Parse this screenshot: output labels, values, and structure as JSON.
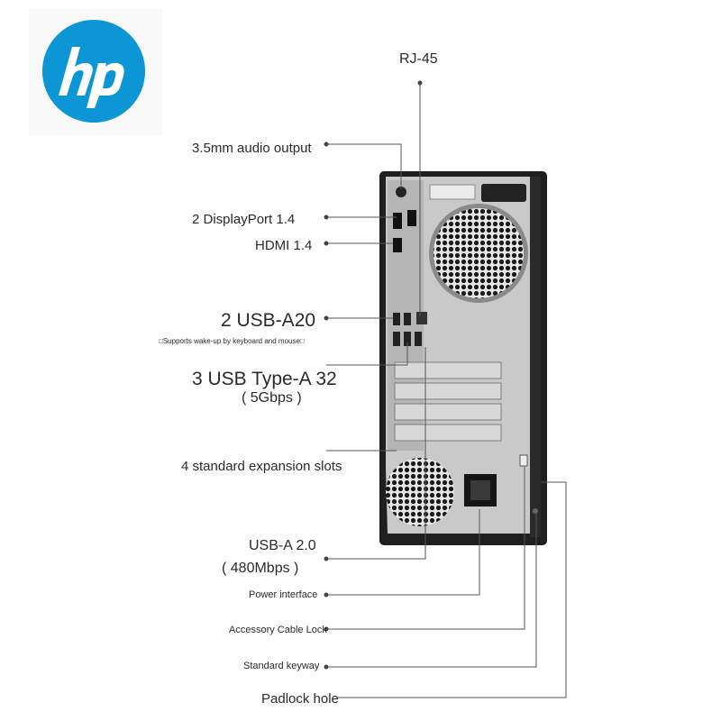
{
  "brand": {
    "logo_text": "hp",
    "logo_color": "#0c96d6"
  },
  "callouts": {
    "rj45": "RJ-45",
    "audio": "3.5mm audio output",
    "displayport": "2 DisplayPort 1.4",
    "hdmi": "HDMI 1.4",
    "usb_a20": "2 USB-A20",
    "usb_a20_note": "□Supports wake-up by keyboard and mouse□",
    "usb_typea": "3 USB Type-A 32",
    "usb_typea_speed": "( 5Gbps )",
    "expansion": "4 standard expansion slots",
    "usb_a2": "USB-A 2.0",
    "usb_a2_speed": "( 480Mbps )",
    "power": "Power interface",
    "cable_lock": "Accessory Cable Lock",
    "keyway": "Standard keyway",
    "padlock": "Padlock hole"
  }
}
